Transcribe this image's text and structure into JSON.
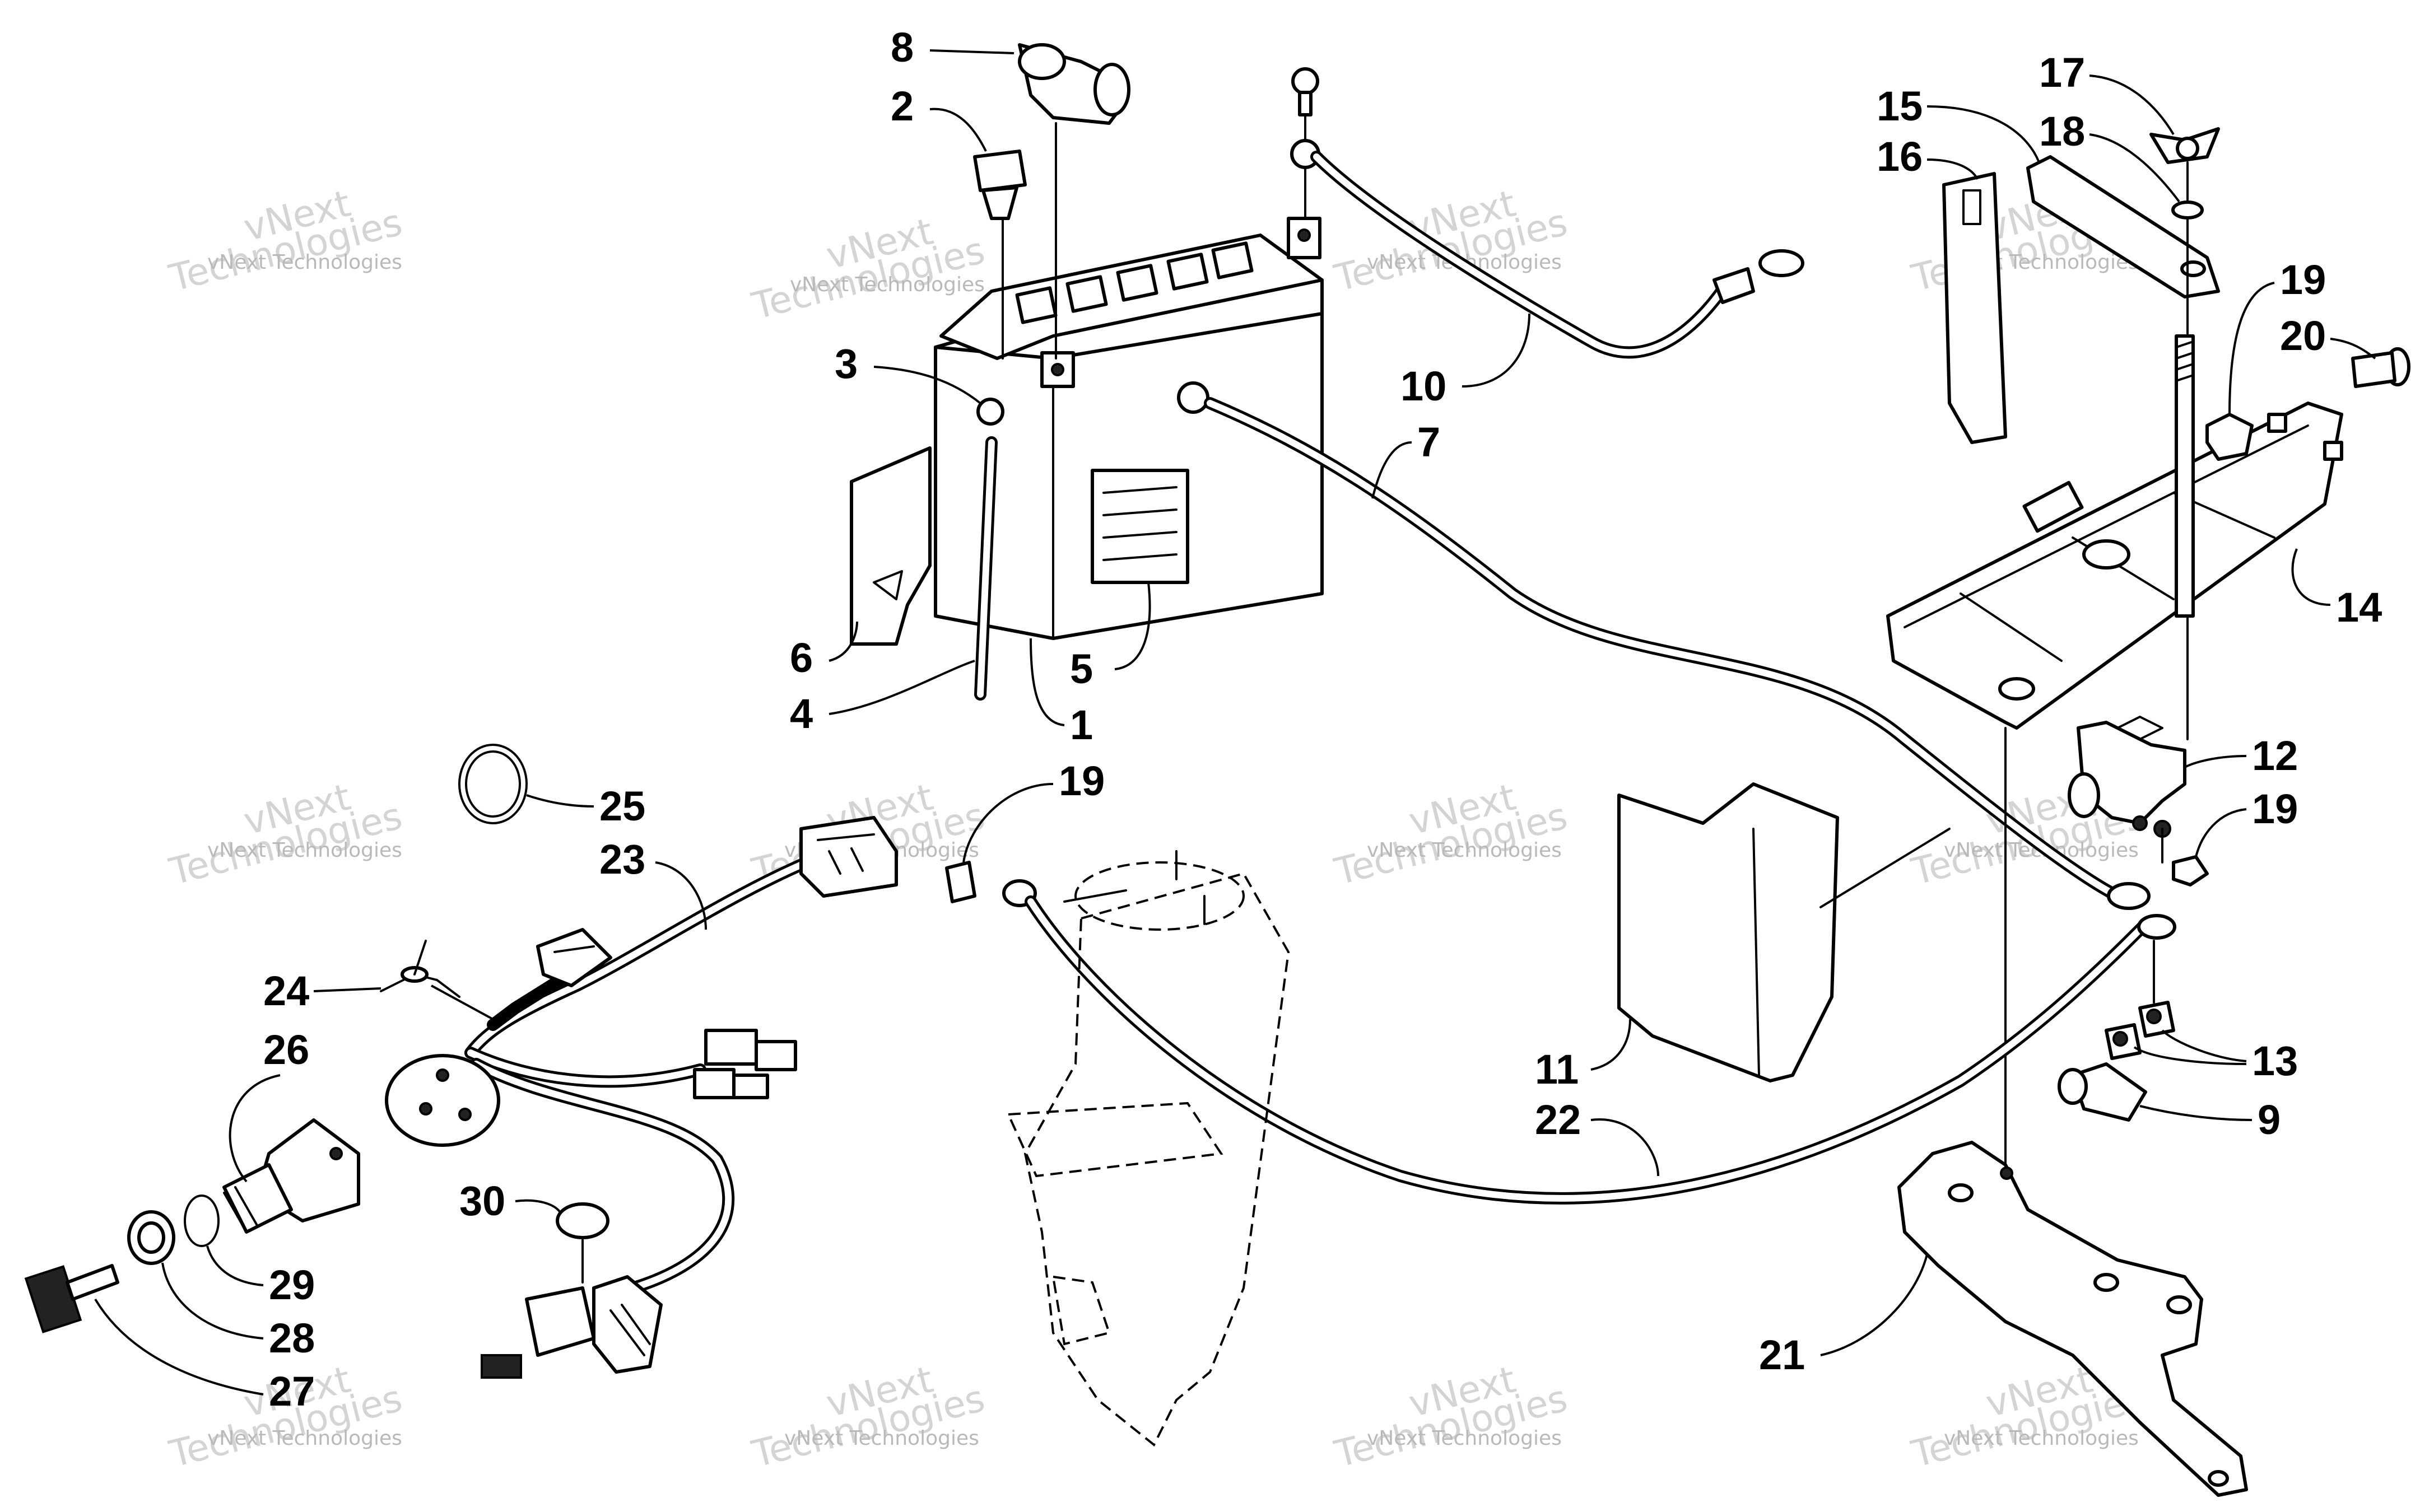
{
  "watermark": {
    "small_text": "vNext Technologies",
    "big_text": "Technologies",
    "big_prefix": "vNext"
  },
  "callouts": [
    {
      "id": "c8",
      "label": "8"
    },
    {
      "id": "c2",
      "label": "2"
    },
    {
      "id": "c3",
      "label": "3"
    },
    {
      "id": "c6",
      "label": "6"
    },
    {
      "id": "c4",
      "label": "4"
    },
    {
      "id": "c1",
      "label": "1"
    },
    {
      "id": "c5",
      "label": "5"
    },
    {
      "id": "c10",
      "label": "10"
    },
    {
      "id": "c7",
      "label": "7"
    },
    {
      "id": "c15",
      "label": "15"
    },
    {
      "id": "c16",
      "label": "16"
    },
    {
      "id": "c17",
      "label": "17"
    },
    {
      "id": "c18",
      "label": "18"
    },
    {
      "id": "c19a",
      "label": "19"
    },
    {
      "id": "c20",
      "label": "20"
    },
    {
      "id": "c14",
      "label": "14"
    },
    {
      "id": "c12",
      "label": "12"
    },
    {
      "id": "c19b",
      "label": "19"
    },
    {
      "id": "c13",
      "label": "13"
    },
    {
      "id": "c9",
      "label": "9"
    },
    {
      "id": "c11",
      "label": "11"
    },
    {
      "id": "c22",
      "label": "22"
    },
    {
      "id": "c21",
      "label": "21"
    },
    {
      "id": "c25",
      "label": "25"
    },
    {
      "id": "c23",
      "label": "23"
    },
    {
      "id": "c19c",
      "label": "19"
    },
    {
      "id": "c24",
      "label": "24"
    },
    {
      "id": "c26",
      "label": "26"
    },
    {
      "id": "c30",
      "label": "30"
    },
    {
      "id": "c29",
      "label": "29"
    },
    {
      "id": "c28",
      "label": "28"
    },
    {
      "id": "c27",
      "label": "27"
    }
  ]
}
